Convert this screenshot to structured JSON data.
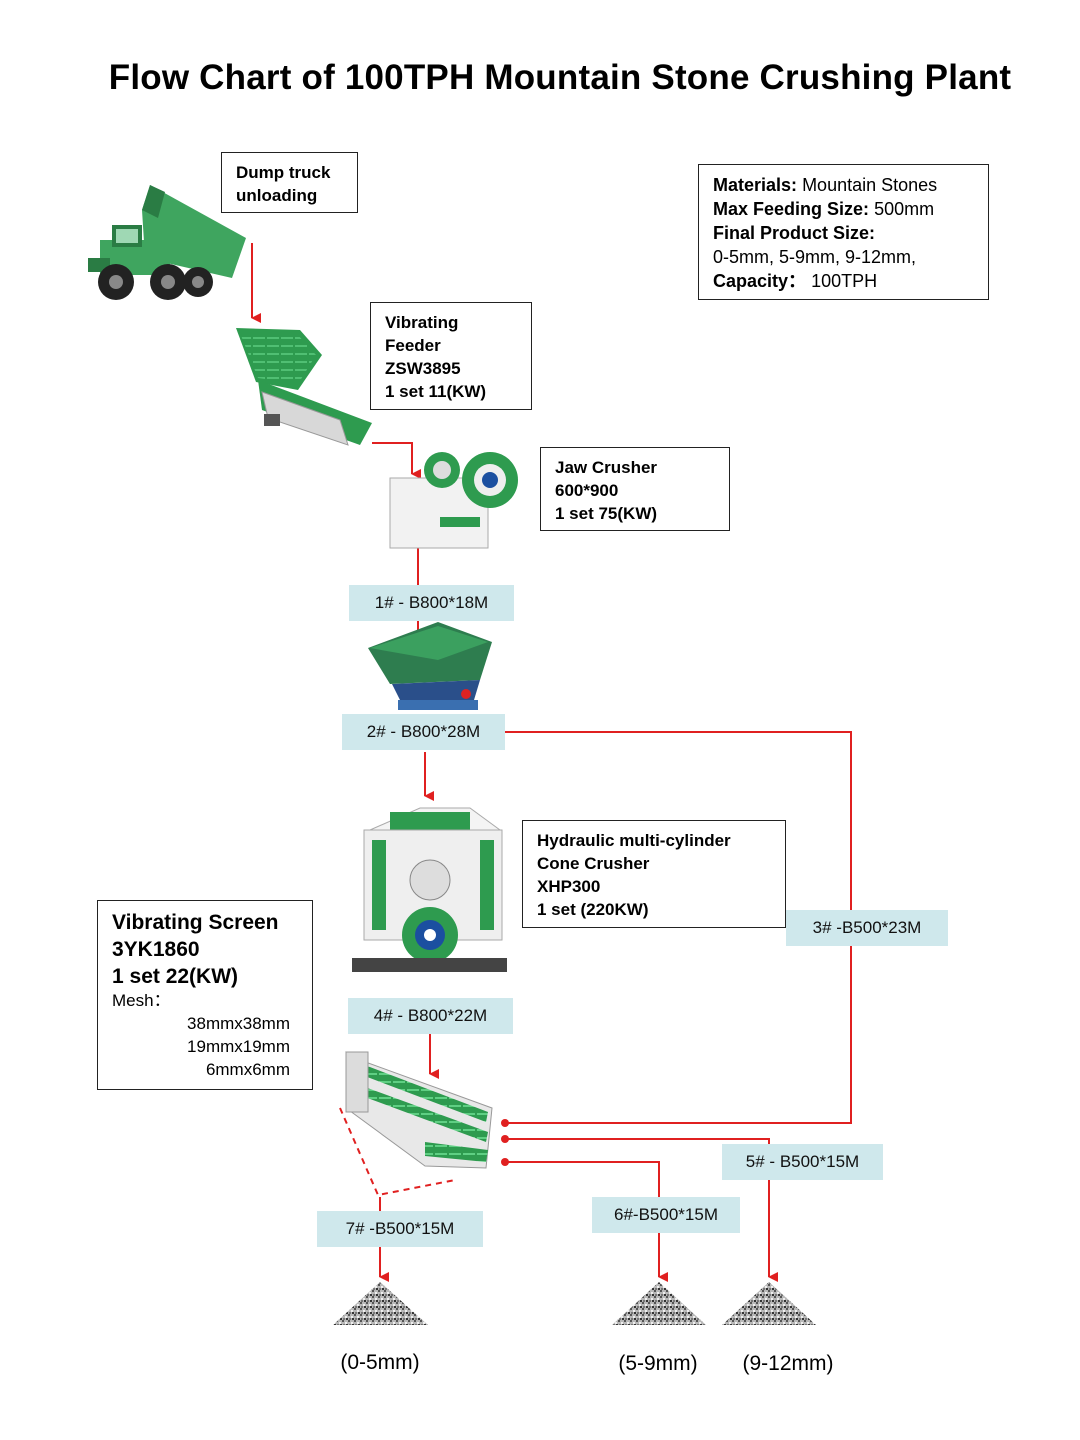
{
  "title": "Flow Chart of 100TPH Mountain Stone Crushing Plant",
  "accent_color": "#e02020",
  "label_bg_color": "#cfe8ec",
  "equipment_color": "#2e9b4f",
  "info": {
    "materials_label": "Materials:",
    "materials_value": "Mountain Stones",
    "max_feed_label": "Max Feeding Size:",
    "max_feed_value": "500mm",
    "final_size_label": "Final Product Size:",
    "final_size_value": "0-5mm, 5-9mm, 9-12mm,",
    "capacity_label": "Capacity：",
    "capacity_value": "100TPH"
  },
  "equipment": {
    "dump_truck": {
      "line1": "Dump truck",
      "line2": "unloading",
      "icon": "dump-truck-icon"
    },
    "feeder": {
      "line1": "Vibrating",
      "line2": "Feeder",
      "line3": "ZSW3895",
      "line4": "1 set 11(KW)",
      "icon": "vibrating-feeder-icon"
    },
    "jaw_crusher": {
      "line1": "Jaw Crusher",
      "line2": "600*900",
      "line3": "1 set 75(KW)",
      "icon": "jaw-crusher-icon"
    },
    "cone_crusher": {
      "line1": "Hydraulic multi-cylinder",
      "line2": "Cone Crusher",
      "line3": "XHP300",
      "line4": "1 set  (220KW)",
      "icon": "cone-crusher-icon"
    },
    "screen": {
      "line1": "Vibrating Screen",
      "line2": "3YK1860",
      "line3": "1 set  22(KW)",
      "mesh_label": "Mesh：",
      "mesh": [
        "38mmx38mm",
        "19mmx19mm",
        "6mmx6mm"
      ],
      "icon": "vibrating-screen-icon"
    },
    "hopper": {
      "icon": "hopper-icon"
    }
  },
  "conveyors": {
    "c1": "1# - B800*18M",
    "c2": "2# - B800*28M",
    "c3": "3# -B500*23M",
    "c4": "4# - B800*22M",
    "c5": "5# - B500*15M",
    "c6": "6#-B500*15M",
    "c7": "7# -B500*15M"
  },
  "products": {
    "p1": "(0-5mm)",
    "p2": "(5-9mm)",
    "p3": "(9-12mm)",
    "icon": "stone-pile-icon"
  }
}
